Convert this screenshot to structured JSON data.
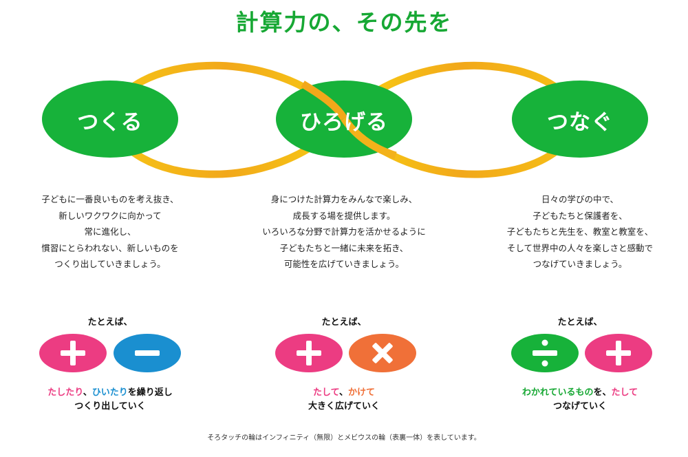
{
  "title": "計算力の、その先を",
  "colors": {
    "green": "#17b23a",
    "title_green": "#17a834",
    "loop_gold": "#f2a81a",
    "loop_yellow": "#f8cf12",
    "pink": "#ec3c82",
    "blue": "#1a8fd0",
    "orange": "#f07038",
    "blue_text": "#1a8fd0"
  },
  "columns": [
    {
      "oval_label": "つくる",
      "description": [
        "子どもに一番良いものを考え抜き、",
        "新しいワクワクに向かって",
        "常に進化し、",
        "慣習にとらわれない、新しいものを",
        "つくり出していきましょう。"
      ],
      "example_label": "たとえば、",
      "operators": [
        {
          "symbol": "plus",
          "color": "pink",
          "icon": "plus-icon"
        },
        {
          "symbol": "minus",
          "color": "blue",
          "icon": "minus-icon"
        }
      ],
      "caption": {
        "line1_parts": [
          {
            "text": "たしたり",
            "color": "pink"
          },
          {
            "text": "、",
            "color": "black"
          },
          {
            "text": "ひいたり",
            "color": "blue"
          },
          {
            "text": "を繰り返し",
            "color": "black"
          }
        ],
        "line2": "つくり出していく"
      }
    },
    {
      "oval_label": "ひろげる",
      "description": [
        "身につけた計算力をみんなで楽しみ、",
        "成長する場を提供します。",
        "いろいろな分野で計算力を活かせるように",
        "子どもたちと一緒に未来を拓き、",
        "可能性を広げていきましょう。"
      ],
      "example_label": "たとえば、",
      "operators": [
        {
          "symbol": "plus",
          "color": "pink",
          "icon": "plus-icon"
        },
        {
          "symbol": "times",
          "color": "orange",
          "icon": "times-icon"
        }
      ],
      "caption": {
        "line1_parts": [
          {
            "text": "たして",
            "color": "pink"
          },
          {
            "text": "、",
            "color": "black"
          },
          {
            "text": "かけて",
            "color": "orange"
          }
        ],
        "line2": "大きく広げていく"
      }
    },
    {
      "oval_label": "つなぐ",
      "description": [
        "日々の学びの中で、",
        "子どもたちと保護者を、",
        "子どもたちと先生を、教室と教室を、",
        "そして世界中の人々を楽しさと感動で",
        "つなげていきましょう。"
      ],
      "example_label": "たとえば、",
      "operators": [
        {
          "symbol": "divide",
          "color": "green",
          "icon": "divide-icon"
        },
        {
          "symbol": "plus",
          "color": "pink",
          "icon": "plus-icon"
        }
      ],
      "caption": {
        "line1_parts": [
          {
            "text": "わかれているもの",
            "color": "green"
          },
          {
            "text": "を、",
            "color": "black"
          },
          {
            "text": "たして",
            "color": "pink"
          }
        ],
        "line2": "つなげていく"
      }
    }
  ],
  "footer": "そろタッチの輪はインフィニティ（無限）とメビウスの輪（表裏一体）を表しています。"
}
